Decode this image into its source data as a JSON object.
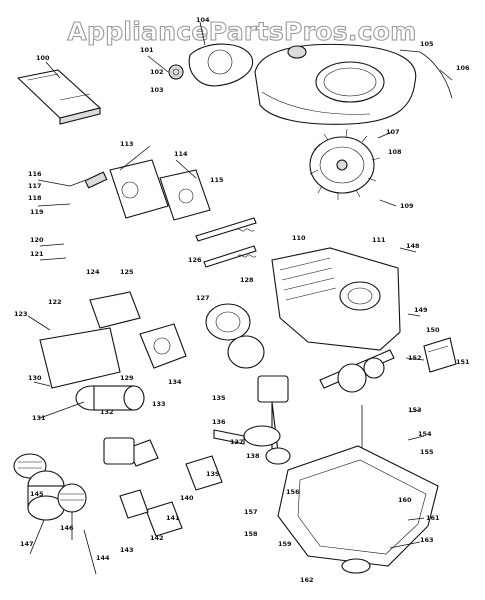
{
  "watermark": "AppliancePartsPros.com",
  "callouts": [
    "100",
    "101",
    "102",
    "103",
    "104",
    "105",
    "106",
    "107",
    "108",
    "109",
    "110",
    "111",
    "113",
    "114",
    "115",
    "116",
    "117",
    "118",
    "119",
    "120",
    "121",
    "122",
    "123",
    "124",
    "125",
    "126",
    "127",
    "128",
    "129",
    "130",
    "131",
    "132",
    "133",
    "134",
    "135",
    "136",
    "137",
    "138",
    "139",
    "140",
    "141",
    "142",
    "143",
    "144",
    "145",
    "146",
    "147",
    "148",
    "149",
    "150",
    "151",
    "152",
    "153",
    "154",
    "155",
    "156",
    "157",
    "158",
    "159",
    "160",
    "161",
    "162",
    "163"
  ]
}
